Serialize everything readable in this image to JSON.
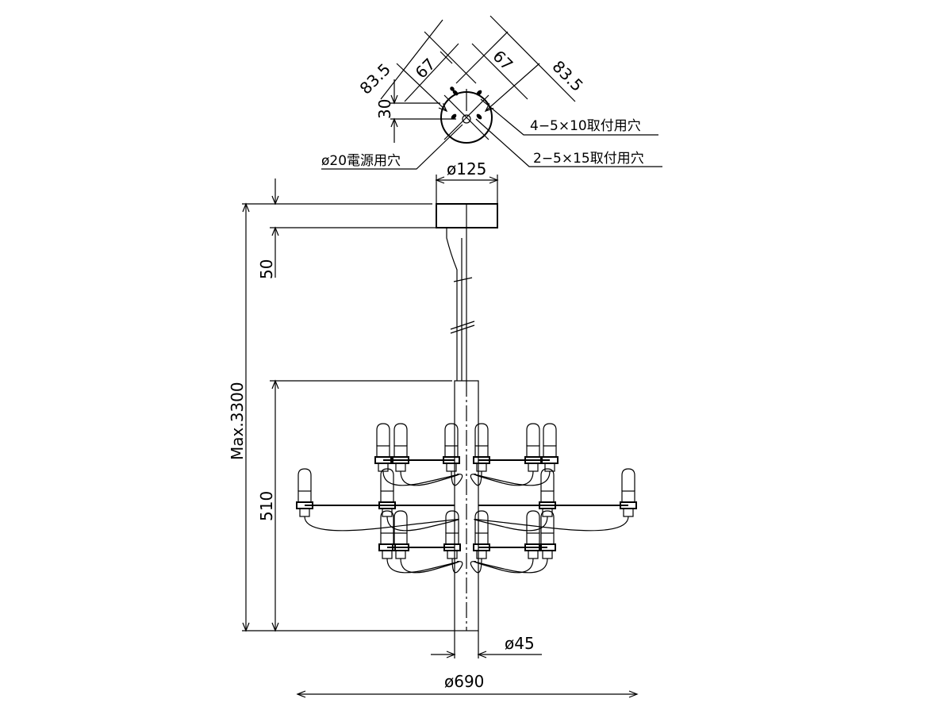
{
  "top_view": {
    "dim_left_outer": "83.5",
    "dim_left_inner": "67",
    "dim_right_inner": "67",
    "dim_right_outer": "83.5",
    "dim_vertical": "30",
    "note_mount_holes_4": "4−5×10取付用穴",
    "note_mount_holes_2": "2−5×15取付用穴",
    "note_power_hole": "ø20電源用穴"
  },
  "front_view": {
    "canopy_diameter": "ø125",
    "canopy_height": "50",
    "max_length": "Max.3300",
    "body_height": "510",
    "pipe_diameter": "ø45",
    "overall_diameter": "ø690"
  }
}
